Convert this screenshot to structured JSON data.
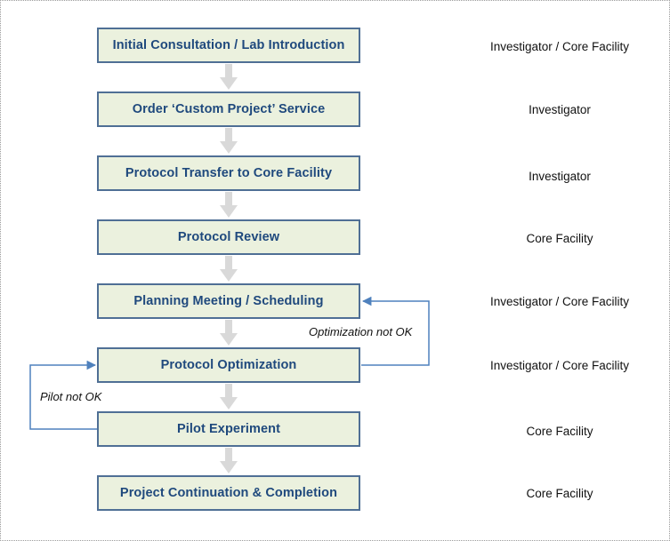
{
  "steps": [
    {
      "label": "Initial Consultation / Lab Introduction",
      "role": "Investigator / Core Facility"
    },
    {
      "label": "Order ‘Custom Project’ Service",
      "role": "Investigator"
    },
    {
      "label": "Protocol Transfer to Core Facility",
      "role": "Investigator"
    },
    {
      "label": "Protocol Review",
      "role": "Core Facility"
    },
    {
      "label": "Planning Meeting / Scheduling",
      "role": "Investigator / Core Facility"
    },
    {
      "label": "Protocol Optimization",
      "role": "Investigator / Core Facility"
    },
    {
      "label": "Pilot Experiment",
      "role": "Core Facility"
    },
    {
      "label": "Project Continuation & Completion",
      "role": "Core Facility"
    }
  ],
  "loops": {
    "optimization": "Optimization not OK",
    "pilot": "Pilot not OK"
  },
  "colors": {
    "box_fill": "#ebf1de",
    "box_border": "#4f6f95",
    "box_text": "#1f497d",
    "flow_arrow": "#d9d9d9",
    "loop_line": "#4f81bd"
  }
}
